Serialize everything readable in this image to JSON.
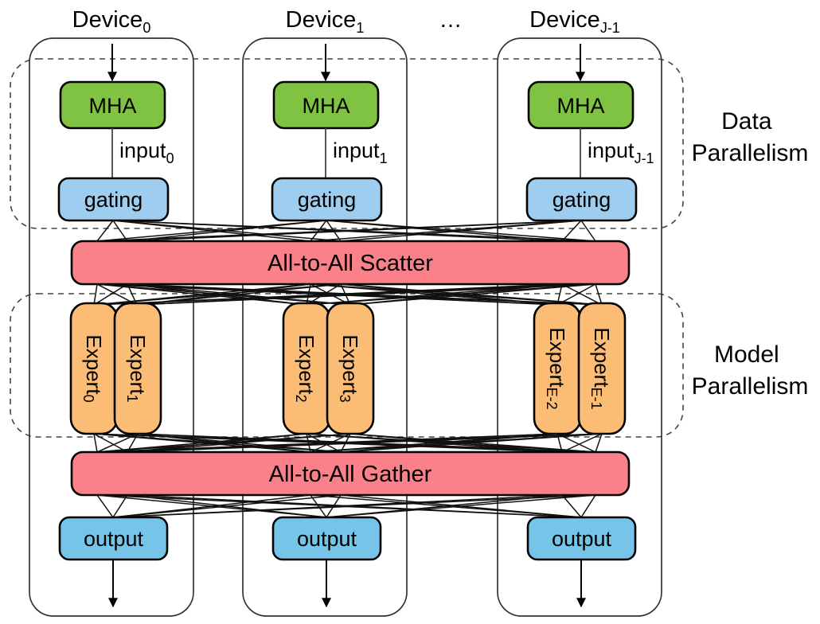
{
  "figure": {
    "title": "MoE device parallelism diagram",
    "colors": {
      "mha": "#80C342",
      "gating": "#9FCDF0",
      "output": "#76C5E8",
      "expert": "#FBBC75",
      "bar": "#FA8089",
      "stroke": "#000000",
      "device_stroke": "#3c3c3c",
      "dashed_stroke": "#555555",
      "link": "#2a2a2a",
      "background": "#FFFFFF"
    }
  },
  "devices": [
    {
      "label": "Device",
      "sub": "0",
      "mha": "MHA",
      "input_label": "input",
      "input_sub": "0",
      "gating": "gating",
      "output": "output",
      "experts": [
        {
          "name": "Expert",
          "sub": "0"
        },
        {
          "name": "Expert",
          "sub": "1"
        }
      ]
    },
    {
      "label": "Device",
      "sub": "1",
      "mha": "MHA",
      "input_label": "input",
      "input_sub": "1",
      "gating": "gating",
      "output": "output",
      "experts": [
        {
          "name": "Expert",
          "sub": "2"
        },
        {
          "name": "Expert",
          "sub": "3"
        }
      ]
    },
    {
      "label": "Device",
      "sub": "J-1",
      "mha": "MHA",
      "input_label": "input",
      "input_sub": "J-1",
      "gating": "gating",
      "output": "output",
      "experts": [
        {
          "name": "Expert",
          "sub": "E-2"
        },
        {
          "name": "Expert",
          "sub": "E-1"
        }
      ]
    }
  ],
  "ellipsis": "…",
  "bars": {
    "scatter": "All-to-All Scatter",
    "gather": "All-to-All Gather"
  },
  "annotations": {
    "data_parallelism_line1": "Data",
    "data_parallelism_line2": "Parallelism",
    "model_parallelism_line1": "Model",
    "model_parallelism_line2": "Parallelism"
  }
}
